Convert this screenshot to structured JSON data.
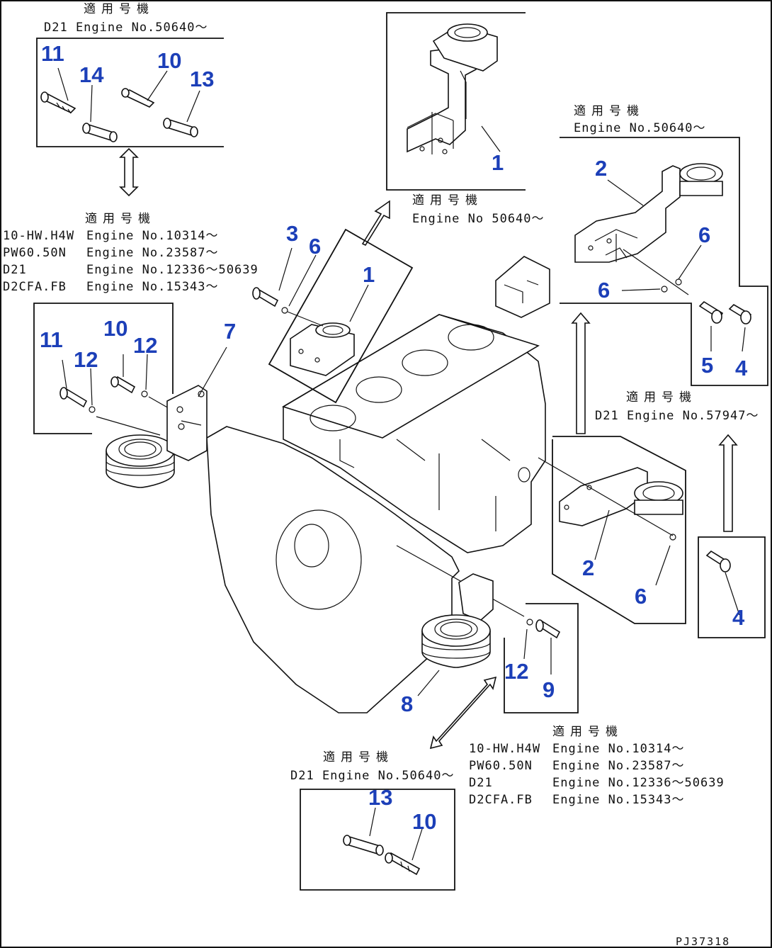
{
  "drawing_code": "PJ37318",
  "notes": {
    "top_left": {
      "heading": "適用号機",
      "line": "D21 Engine No.50640～"
    },
    "top_right_upper": {
      "heading": "適用号機",
      "line": "Engine No.50640～"
    },
    "center_top": {
      "heading": "適用号機",
      "line": "Engine No 50640～"
    },
    "right_middle": {
      "heading": "適用号機",
      "line": "D21 Engine No.57947～"
    },
    "bottom_center": {
      "heading": "適用号機",
      "line": "D21 Engine No.50640～"
    },
    "left_middle": {
      "heading": "適用号機",
      "rows": [
        {
          "model": "10-HW.H4W",
          "engine": "Engine No.10314～"
        },
        {
          "model": "PW60.50N",
          "engine": "Engine No.23587～"
        },
        {
          "model": "D21",
          "engine": "Engine No.12336～50639"
        },
        {
          "model": "D2CFA.FB",
          "engine": "Engine No.15343～"
        }
      ]
    },
    "bottom_right": {
      "heading": "適用号機",
      "rows": [
        {
          "model": "10-HW.H4W",
          "engine": "Engine No.10314～"
        },
        {
          "model": "PW60.50N",
          "engine": "Engine No.23587～"
        },
        {
          "model": "D21",
          "engine": "Engine No.12336～50639"
        },
        {
          "model": "D2CFA.FB",
          "engine": "Engine No.15343～"
        }
      ]
    }
  },
  "callouts": {
    "tl_11": "11",
    "tl_14": "14",
    "tl_10": "10",
    "tl_13": "13",
    "tr_1": "1",
    "rt_2": "2",
    "rt_6a": "6",
    "rt_6b": "6",
    "rt_5": "5",
    "rt_4": "4",
    "c_3": "3",
    "c_6": "6",
    "c_1": "1",
    "c_7": "7",
    "lm_11": "11",
    "lm_10": "10",
    "lm_12a": "12",
    "lm_12b": "12",
    "rm_2": "2",
    "rm_6": "6",
    "rm_4": "4",
    "b_12": "12",
    "b_9": "9",
    "b_8": "8",
    "bc_13": "13",
    "bc_10": "10"
  }
}
